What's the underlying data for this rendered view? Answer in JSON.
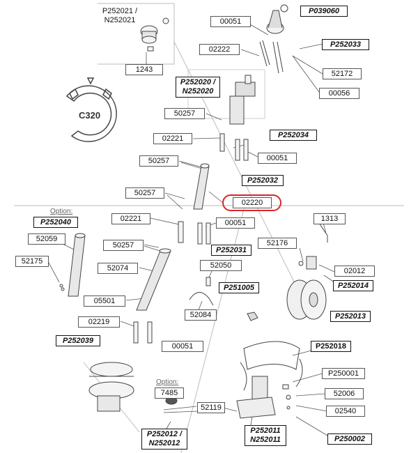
{
  "labels": {
    "p252021": "P252021 /\nN252021",
    "l1243": "1243",
    "l00051a": "00051",
    "p039060": "P039060",
    "l02222": "02222",
    "p252033": "P252033",
    "l52172": "52172",
    "l00056": "00056",
    "p252020": "P252020 /\nN252020",
    "l50257a": "50257",
    "l02221a": "02221",
    "p252034": "P252034",
    "l00051b": "00051",
    "l50257b": "50257",
    "p252032": "P252032",
    "l50257c": "50257",
    "l02220": "02220",
    "l02221b": "02221",
    "l00051c": "00051",
    "p252040": "P252040",
    "l52059": "52059",
    "l52175": "52175",
    "l50257d": "50257",
    "p252031": "P252031",
    "l52074": "52074",
    "l52050": "52050",
    "p251005": "P251005",
    "l05501": "05501",
    "l52084": "52084",
    "l02219": "02219",
    "p252039": "P252039",
    "l00051d": "00051",
    "l1313": "1313",
    "l52176": "52176",
    "l02012": "02012",
    "p252014": "P252014",
    "p252013": "P252013",
    "p252018": "P252018",
    "p250001": "P250001",
    "l52006": "52006",
    "l02540": "02540",
    "p250002": "P250002",
    "l7485": "7485",
    "l52119": "52119",
    "p252012": "P252012 /\nN252012",
    "p252011": "P252011\nN252011"
  },
  "texts": {
    "option_left": "Option:",
    "option_mid": "Option:",
    "c320": "C320"
  },
  "colors": {
    "highlight": "#d9252a",
    "line": "#555555",
    "part": "#444444"
  }
}
